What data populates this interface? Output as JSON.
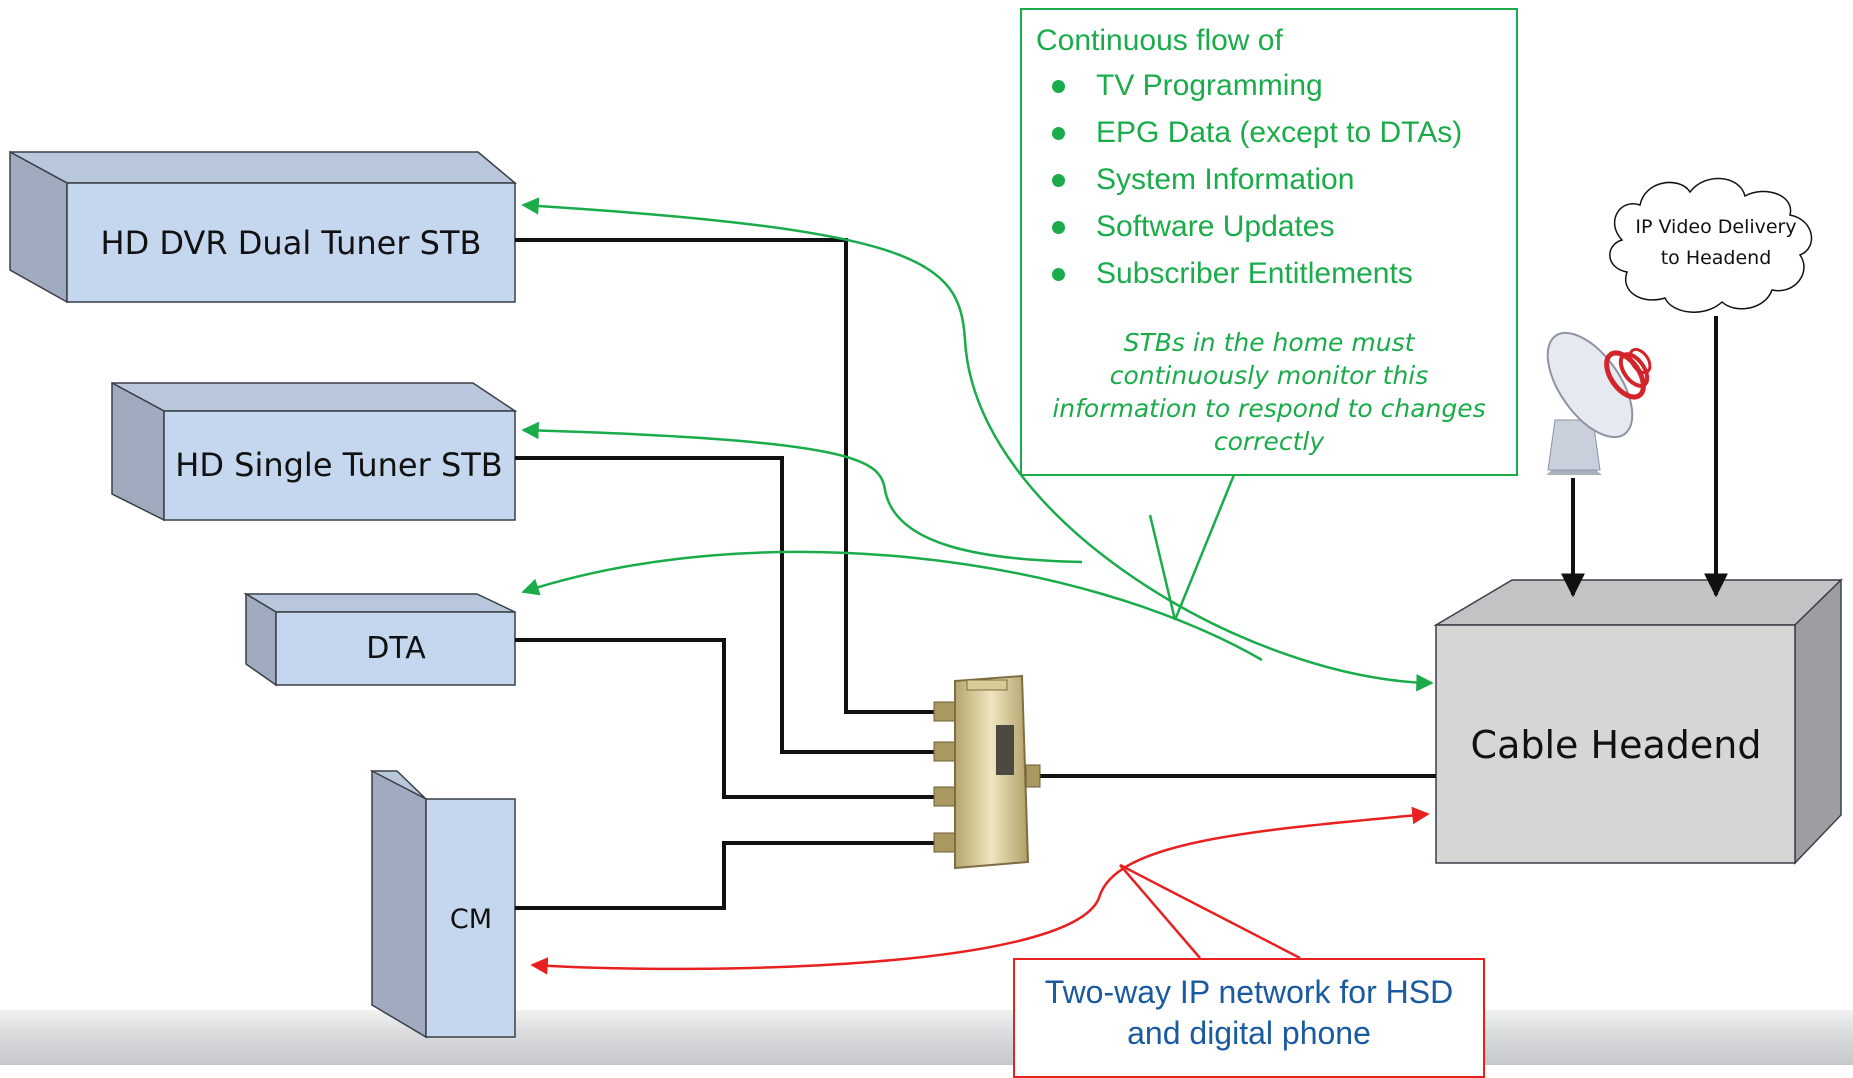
{
  "devices": {
    "dvr": "HD DVR Dual Tuner STB",
    "single": "HD Single Tuner STB",
    "dta": "DTA",
    "cm": "CM",
    "headend": "Cable Headend"
  },
  "cloud": {
    "line1": "IP Video Delivery",
    "line2": "to Headend"
  },
  "info_box": {
    "heading": "Continuous flow of",
    "items": [
      "TV Programming",
      "EPG Data (except to DTAs)",
      "System Information",
      "Software Updates",
      "Subscriber Entitlements"
    ],
    "note_lines": [
      "STBs in the home must",
      "continuously monitor this",
      "information to respond to changes",
      "correctly"
    ]
  },
  "ip_box": {
    "line1": "Two-way IP network for HSD",
    "line2": "and digital phone"
  },
  "colors": {
    "green": "#1aac4a",
    "red": "#e8201f",
    "box_front": "#c5d7ee",
    "box_side": "#a0abc0",
    "headend_front": "#d6d6d7",
    "headend_side": "#9d9ea1"
  }
}
